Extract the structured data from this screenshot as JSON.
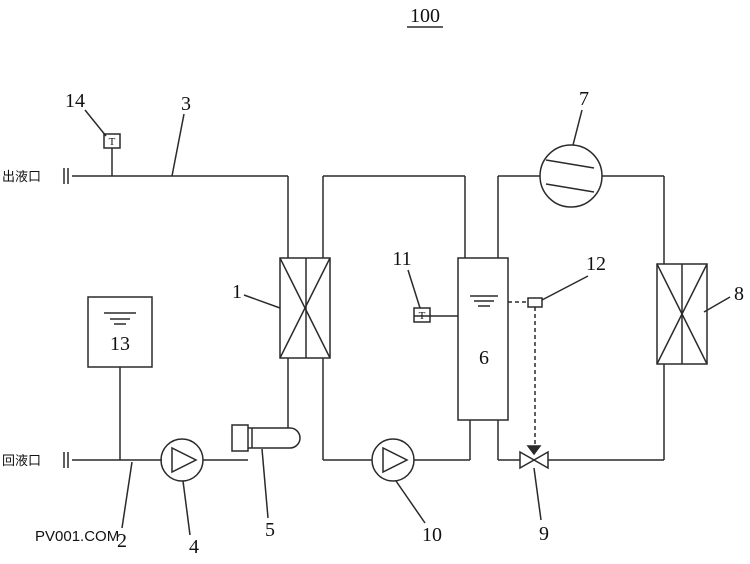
{
  "figure_label": "100",
  "ports": {
    "outlet": "出液口",
    "return": "回液口"
  },
  "parts": {
    "p1": "1",
    "p2": "2",
    "p3": "3",
    "p4": "4",
    "p5": "5",
    "p6": "6",
    "p7": "7",
    "p8": "8",
    "p9": "9",
    "p10": "10",
    "p11": "11",
    "p12": "12",
    "p13": "13",
    "p14": "14"
  },
  "sensor_letter": "T",
  "watermark": "PV001.COM",
  "colors": {
    "line": "#2a2a2a",
    "watermark": "#c9a77a"
  }
}
